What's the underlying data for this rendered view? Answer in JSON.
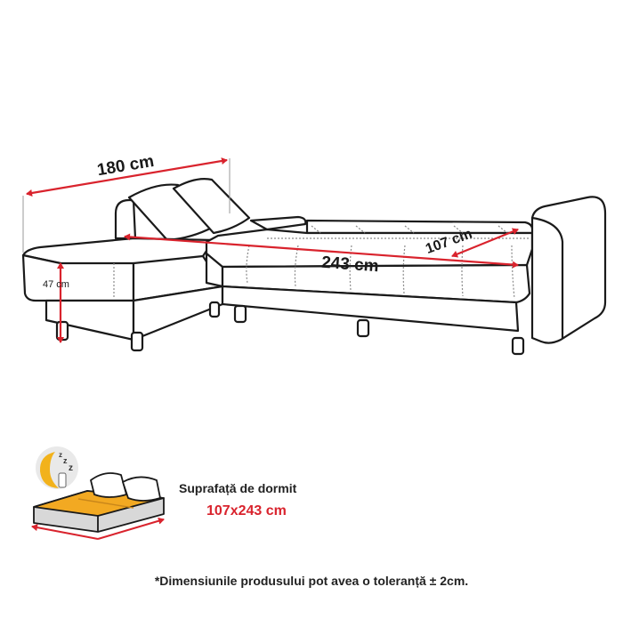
{
  "dimensions": {
    "chaise_length": "180 cm",
    "sofa_length": "243 cm",
    "seat_depth": "107 cm",
    "seat_height": "47 cm"
  },
  "sleeping_area": {
    "title": "Suprafață de dormit",
    "value": "107x243 cm"
  },
  "disclaimer": "*Dimensiunile produsului pot avea o toleranță ± 2cm.",
  "colors": {
    "dimension_line": "#d9232d",
    "outline": "#1a1a1a",
    "mattress_top": "#f2a922",
    "mattress_side": "#d8d8d8",
    "moon": "#f2b21b"
  },
  "icons": {
    "sleep": "moon-sleep-icon",
    "bed": "bed-mattress-icon"
  }
}
